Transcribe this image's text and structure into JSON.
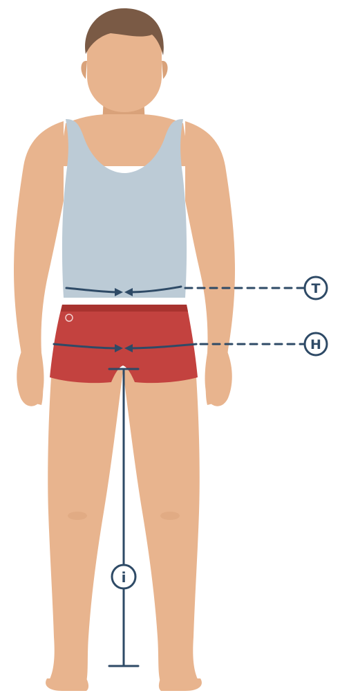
{
  "markers": {
    "waist": "T",
    "hip": "H",
    "inseam": "i"
  },
  "colors": {
    "skin": "#e8b48e",
    "skin_shade": "#d9a27a",
    "hair": "#7a5a45",
    "tank_top": "#bccbd6",
    "shorts": "#c3423f",
    "shorts_shade": "#a8332f",
    "measure_line": "#2e4a66"
  }
}
